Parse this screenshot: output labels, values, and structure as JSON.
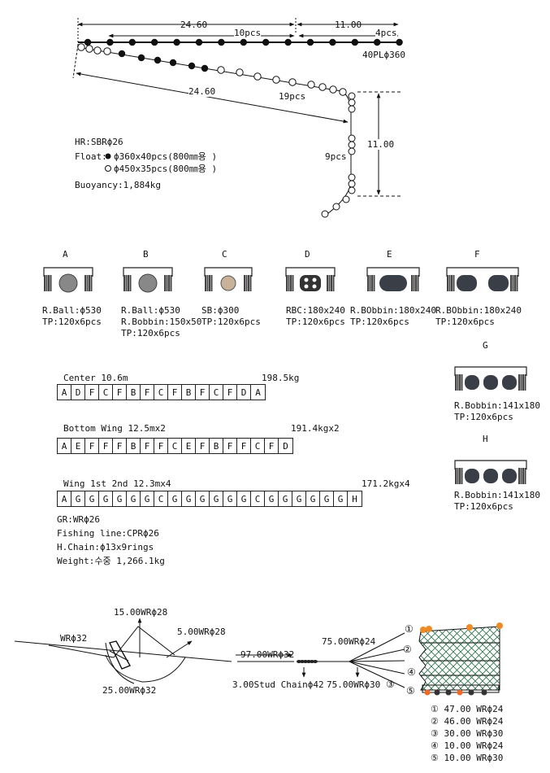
{
  "top_diagram": {
    "dim_top_left": "24.60",
    "dim_top_right": "11.00",
    "count_10": "10pcs",
    "count_4": "4pcs",
    "float_top": "40PLϕ360",
    "dim_lower": "24.60",
    "count_19": "19pcs",
    "count_9": "9pcs",
    "dim_vertical": "11.00",
    "legend_hr": "HR:SBRϕ26",
    "legend_float_label": "Float:",
    "legend_float_1": "ϕ360x40pcs(800㎜용 )",
    "legend_float_2": "ϕ450x35pcs(800㎜용 )",
    "legend_buoyancy": "Buoyancy:1,884kg"
  },
  "rigs": [
    {
      "letter": "A",
      "desc": "R.Ball:ϕ530\nTP:120x6pcs"
    },
    {
      "letter": "B",
      "desc": "R.Ball:ϕ530\nR.Bobbin:150x50\nTP:120x6pcs"
    },
    {
      "letter": "C",
      "desc": "SB:ϕ300\nTP:120x6pcs"
    },
    {
      "letter": "D",
      "desc": "RBC:180x240\nTP:120x6pcs"
    },
    {
      "letter": "E",
      "desc": "R.BObbin:180x240\nTP:120x6pcs"
    },
    {
      "letter": "F",
      "desc": "R.BObbin:180x240\nTP:120x6pcs"
    },
    {
      "letter": "G",
      "desc": "R.Bobbin:141x180\nTP:120x6pcs"
    },
    {
      "letter": "H",
      "desc": "R.Bobbin:141x180\nTP:120x6pcs"
    }
  ],
  "strips": [
    {
      "title": "Center 10.6m",
      "weight": "198.5kg",
      "cells": [
        "A",
        "D",
        "F",
        "C",
        "F",
        "B",
        "F",
        "C",
        "F",
        "B",
        "F",
        "C",
        "F",
        "D",
        "A"
      ]
    },
    {
      "title": "Bottom Wing 12.5mx2",
      "weight": "191.4kgx2",
      "cells": [
        "A",
        "E",
        "F",
        "F",
        "F",
        "B",
        "F",
        "F",
        "C",
        "E",
        "F",
        "B",
        "F",
        "F",
        "C",
        "F",
        "D"
      ]
    },
    {
      "title": "Wing 1st 2nd 12.3mx4",
      "weight": "171.2kgx4",
      "cells": [
        "A",
        "G",
        "G",
        "G",
        "G",
        "G",
        "G",
        "C",
        "G",
        "G",
        "G",
        "G",
        "G",
        "G",
        "C",
        "G",
        "G",
        "G",
        "G",
        "G",
        "G",
        "H"
      ]
    }
  ],
  "specs": {
    "gr": "GR:WRϕ26",
    "fishing_line": "Fishing line:CPRϕ26",
    "h_chain": "H.Chain:ϕ13x9rings",
    "weight": "Weight:수중 1,266.1kg"
  },
  "bottom_diagram": {
    "wr32_left": "WRϕ32",
    "wr28_15": "15.00WRϕ28",
    "wr28_5": "5.00WRϕ28",
    "wr32_25": "25.00WRϕ32",
    "wr32_97": "97.00WRϕ32",
    "stud_chain": "3.00Stud Chainϕ42",
    "wr24_75": "75.00WRϕ24",
    "wr30_75": "75.00WRϕ30",
    "markers": [
      "①",
      "②",
      "③",
      "④",
      "⑤"
    ],
    "legend": [
      "① 47.00 WRϕ24",
      "② 46.00 WRϕ24",
      "③ 30.00 WRϕ30",
      "④ 10.00 WRϕ24",
      "⑤ 10.00 WRϕ30"
    ]
  }
}
